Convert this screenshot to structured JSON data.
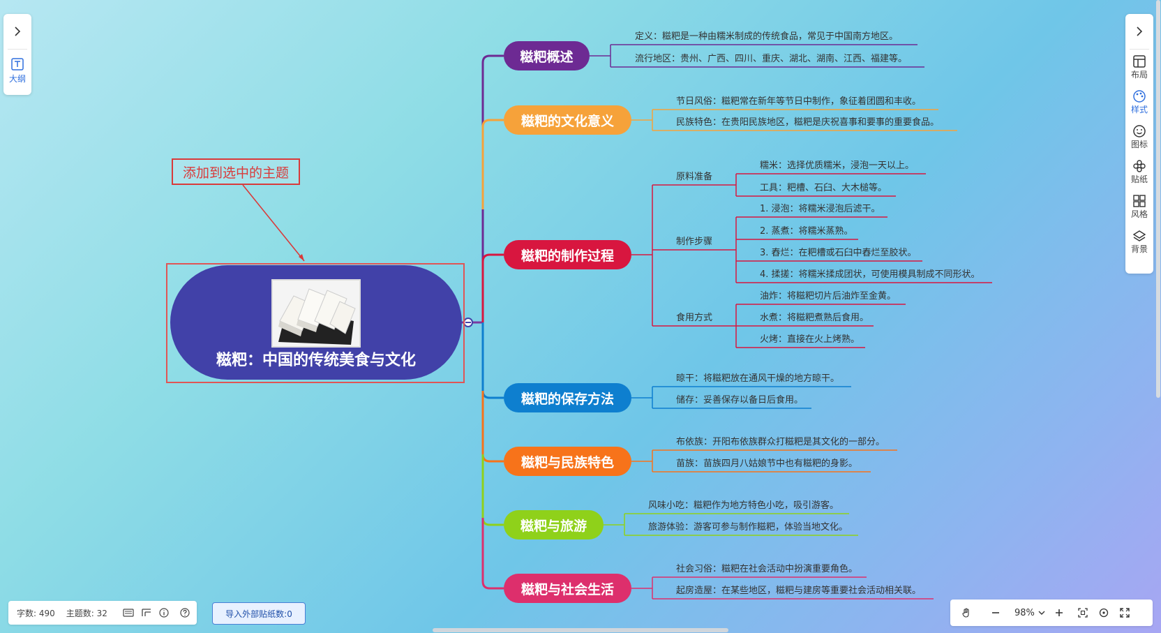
{
  "left_panel": {
    "outline_label": "大纲"
  },
  "right_panel": {
    "items": [
      {
        "label": "布局",
        "icon": "layout-icon"
      },
      {
        "label": "样式",
        "icon": "palette-icon"
      },
      {
        "label": "图标",
        "icon": "smiley-icon"
      },
      {
        "label": "贴纸",
        "icon": "sticker-icon"
      },
      {
        "label": "风格",
        "icon": "grid-icon"
      },
      {
        "label": "背景",
        "icon": "layers-icon"
      }
    ]
  },
  "annotation": {
    "text": "添加到选中的主题"
  },
  "root": {
    "title": "糍粑：中国的传统美食与文化"
  },
  "branches": [
    {
      "label": "糍粑概述",
      "color": "#6d2a93",
      "leaves": [
        "定义：糍粑是一种由糯米制成的传统食品，常见于中国南方地区。",
        "流行地区：贵州、广西、四川、重庆、湖北、湖南、江西、福建等。"
      ]
    },
    {
      "label": "糍粑的文化意义",
      "color": "#f6a23a",
      "leaves": [
        "节日风俗：糍粑常在新年等节日中制作，象征着团圆和丰收。",
        "民族特色：在贵阳民族地区，糍粑是庆祝喜事和要事的重要食品。"
      ]
    },
    {
      "label": "糍粑的制作过程",
      "color": "#d8163f",
      "groups": [
        {
          "label": "原料准备",
          "leaves": [
            "糯米：选择优质糯米，浸泡一天以上。",
            "工具：粑槽、石臼、大木槌等。"
          ]
        },
        {
          "label": "制作步骤",
          "leaves": [
            "1. 浸泡：将糯米浸泡后滤干。",
            "2. 蒸煮：将糯米蒸熟。",
            "3. 舂烂：在粑槽或石臼中舂烂至胶状。",
            "4. 揉搓：将糯米揉成团状，可使用模具制成不同形状。"
          ]
        },
        {
          "label": "食用方式",
          "leaves": [
            "油炸：将糍粑切片后油炸至金黄。",
            "水煮：将糍粑煮熟后食用。",
            "火烤：直接在火上烤熟。"
          ]
        }
      ]
    },
    {
      "label": "糍粑的保存方法",
      "color": "#0e7fcf",
      "leaves": [
        "晾干：将糍粑放在通风干燥的地方晾干。",
        "储存：妥善保存以备日后食用。"
      ]
    },
    {
      "label": "糍粑与民族特色",
      "color": "#f7731a",
      "leaves": [
        "布依族：开阳布依族群众打糍粑是其文化的一部分。",
        "苗族：苗族四月八姑娘节中也有糍粑的身影。"
      ]
    },
    {
      "label": "糍粑与旅游",
      "color": "#8fd11a",
      "leaves": [
        "风味小吃：糍粑作为地方特色小吃，吸引游客。",
        "旅游体验：游客可参与制作糍粑，体验当地文化。"
      ]
    },
    {
      "label": "糍粑与社会生活",
      "color": "#dd2f6c",
      "leaves": [
        "社会习俗：糍粑在社会活动中扮演重要角色。",
        "起房造屋：在某些地区，糍粑与建房等重要社会活动相关联。"
      ]
    }
  ],
  "status": {
    "word_count": "字数: 490",
    "topic_count": "主题数: 32",
    "import_button": "导入外部贴纸数:0"
  },
  "zoom": {
    "level": "98%"
  }
}
